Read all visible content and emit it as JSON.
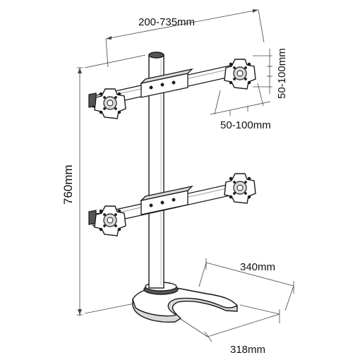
{
  "dimensions": {
    "arm_span": "200-735mm",
    "vesa_vertical": "50-100mm",
    "vesa_horizontal": "50-100mm",
    "height": "760mm",
    "base_depth": "340mm",
    "base_width": "318mm"
  },
  "colors": {
    "stroke": "#1a1a1a",
    "fill": "#ffffff",
    "shade": "#d9d9d9",
    "dark": "#555555",
    "dim_line": "#444444"
  }
}
